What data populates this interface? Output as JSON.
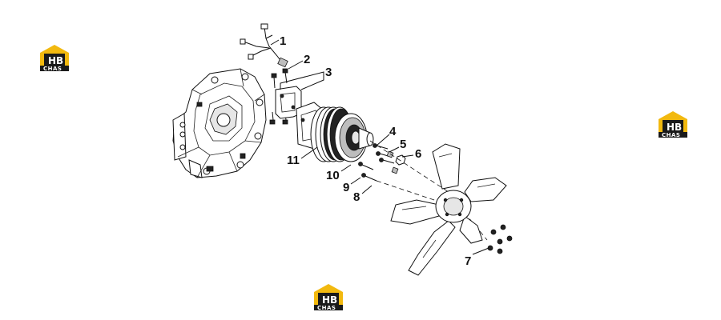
{
  "callouts": [
    "1",
    "2",
    "3",
    "4",
    "5",
    "6",
    "7",
    "8",
    "9",
    "10",
    "11"
  ],
  "logo": {
    "monogram": "HB",
    "word": "CHAS",
    "brand_color": "#f2b90f",
    "dark_color": "#1a1a1a"
  }
}
